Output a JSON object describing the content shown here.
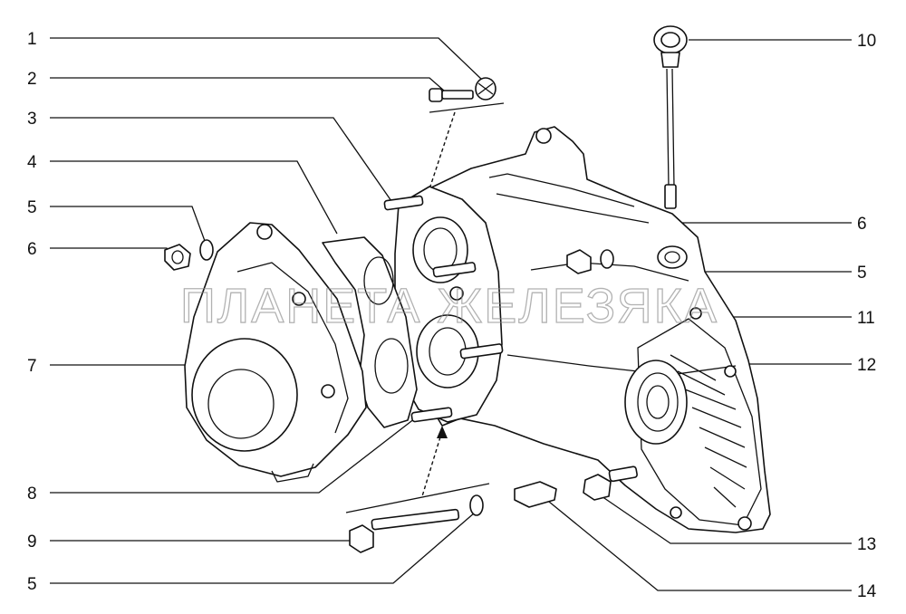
{
  "watermark": "ПЛАНЕТА ЖЕЛЕЗЯКА",
  "callouts": {
    "c1": "1",
    "c2": "2",
    "c3": "3",
    "c4": "4",
    "c5a": "5",
    "c6a": "6",
    "c7": "7",
    "c8": "8",
    "c9": "9",
    "c5b": "5",
    "c10": "10",
    "c6b": "6",
    "c5c": "5",
    "c11": "11",
    "c12": "12",
    "c13": "13",
    "c14": "14"
  }
}
